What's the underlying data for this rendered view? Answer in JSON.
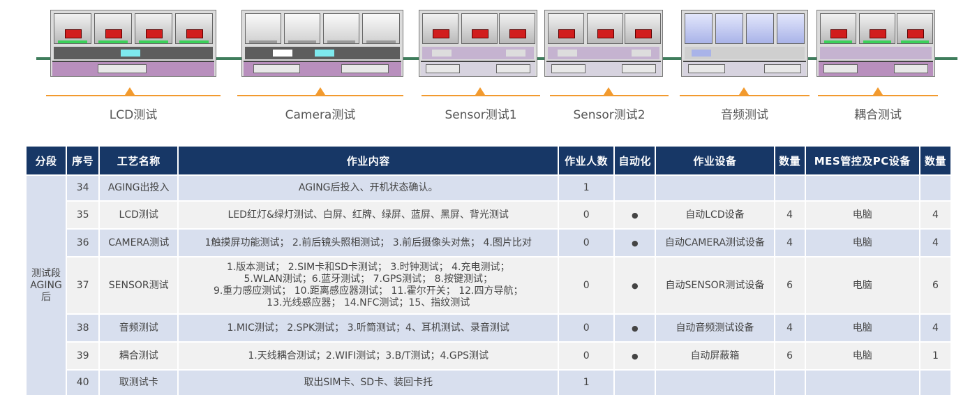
{
  "stations": [
    {
      "label": "LCD测试"
    },
    {
      "label": "Camera测试"
    },
    {
      "label": "Sensor测试1"
    },
    {
      "label": "Sensor测试2"
    },
    {
      "label": "音频测试"
    },
    {
      "label": "耦合测试"
    }
  ],
  "table": {
    "headers": [
      "分段",
      "序号",
      "工艺名称",
      "作业内容",
      "作业人数",
      "自动化",
      "作业设备",
      "数量",
      "MES管控及PC设备",
      "数量"
    ],
    "segment": "测试段AGING后",
    "rows": [
      {
        "no": "34",
        "name": "AGING出投入",
        "content": "AGING后投入、开机状态确认。",
        "workers": "1",
        "auto": "",
        "equip": "",
        "qty": "",
        "pc": "",
        "pc_qty": ""
      },
      {
        "no": "35",
        "name": "LCD测试",
        "content": "LED红灯&绿灯测试、白屏、红牌、绿屏、蓝屏、黑屏、背光测试",
        "workers": "0",
        "auto": "●",
        "equip": "自动LCD设备",
        "qty": "4",
        "pc": "电脑",
        "pc_qty": "4"
      },
      {
        "no": "36",
        "name": "CAMERA测试",
        "content": "1触摸屏功能测试； 2.前后镜头照相测试； 3.前后摄像头对焦； 4.图片比对",
        "workers": "0",
        "auto": "●",
        "equip": "自动CAMERA测试设备",
        "qty": "4",
        "pc": "电脑",
        "pc_qty": "4"
      },
      {
        "no": "37",
        "name": "SENSOR测试",
        "content_lines": [
          "1.版本测试； 2.SIM卡和SD卡测试； 3.时钟测试； 4.充电测试；",
          "5.WLAN测试；6.蓝牙测试； 7.GPS测试； 8.按键测试；",
          "9.重力感应测试； 10.距离感应器测试； 11.霍尔开关； 12.四方导航；",
          "13.光线感应器； 14.NFC测试；15、指纹测试"
        ],
        "workers": "0",
        "auto": "●",
        "equip": "自动SENSOR测试设备",
        "qty": "6",
        "pc": "电脑",
        "pc_qty": "6"
      },
      {
        "no": "38",
        "name": "音频测试",
        "content": "1.MIC测试； 2.SPK测试； 3.听筒测试；4、耳机测试、录音测试",
        "workers": "0",
        "auto": "●",
        "equip": "自动音频测试设备",
        "qty": "4",
        "pc": "电脑",
        "pc_qty": "4"
      },
      {
        "no": "39",
        "name": "耦合测试",
        "content": "1.天线耦合测试；2.WIFI测试；3.B/T测试；4.GPS测试",
        "workers": "0",
        "auto": "●",
        "equip": "自动屏蔽箱",
        "qty": "6",
        "pc": "电脑",
        "pc_qty": "1"
      },
      {
        "no": "40",
        "name": "取测试卡",
        "content": "取出SIM卡、SD卡、装回卡托",
        "workers": "1",
        "auto": "",
        "equip": "",
        "qty": "",
        "pc": "",
        "pc_qty": ""
      }
    ]
  },
  "colors": {
    "header_bg": "#173766",
    "accent": "#f29a2e",
    "row_blue": "#d8dfee",
    "row_gray": "#f1f1f1"
  }
}
